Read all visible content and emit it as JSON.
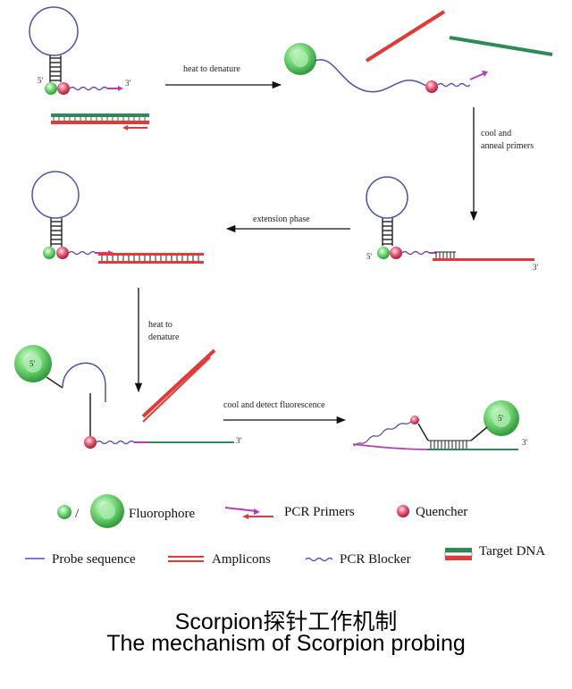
{
  "step_labels": {
    "heat_to_denature": "heat to denature",
    "cool_anneal_line1": "cool and",
    "cool_anneal_line2": "anneal primers",
    "extension_phase": "extension phase",
    "heat_to_line1": "heat to",
    "heat_to_line2": "denature",
    "cool_detect": "cool and detect fluorescence"
  },
  "end_marks": {
    "five_prime": "5'",
    "three_prime": "3'",
    "three_prime_alt": "3'"
  },
  "legend": {
    "slash": "/",
    "fluorophore": "Fluorophore",
    "pcr_primers": "PCR Primers",
    "quencher": "Quencher",
    "probe_sequence": "Probe sequence",
    "amplicons": "Amplicons",
    "pcr_blocker": "PCR Blocker",
    "target_dna": "Target DNA"
  },
  "caption": {
    "line1": "Scorpion探针工作机制",
    "line2": "The mechanism of Scorpion probing"
  },
  "colors": {
    "probe": "#4a55a8",
    "amplicon": "#e03a3a",
    "target": "#2e8b57",
    "blocker": "#6a4fb0",
    "primer": "#b43fb4",
    "fluorophore": "#6fd46f",
    "quencher": "#e0506a"
  }
}
